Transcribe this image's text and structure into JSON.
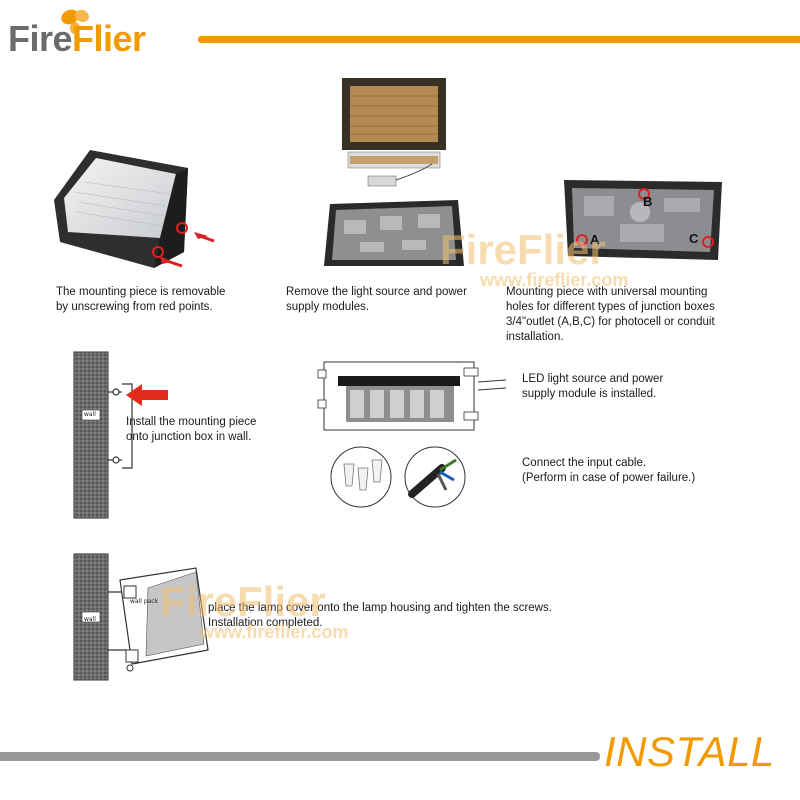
{
  "brand": {
    "name_part1": "Fire",
    "name_part2": "Flier",
    "accent_color": "#f29a00",
    "gray_color": "#6b6b6b"
  },
  "footer": {
    "title": "INSTALL"
  },
  "steps": [
    {
      "lines": [
        "The mounting piece is removable",
        "by unscrewing from red points."
      ]
    },
    {
      "lines": [
        "Remove the light source and power",
        "supply modules."
      ]
    },
    {
      "lines": [
        "Mounting piece with universal mounting",
        "holes for different types of junction boxes",
        "3/4\"outlet (A,B,C) for photocell or conduit",
        "installation."
      ],
      "points": [
        "A",
        "B",
        "C"
      ]
    },
    {
      "lines": [
        "Install the mounting piece",
        "onto junction box in wall."
      ],
      "wall_label": "wall"
    },
    {
      "lines": [
        "LED light source and power",
        "supply module is installed."
      ]
    },
    {
      "lines": [
        "Connect the input cable.",
        "(Perform in case of power failure.)"
      ]
    },
    {
      "lines": [
        "place the lamp cover onto the lamp housing and tighten the screws.",
        "Installation completed."
      ],
      "wall_label": "wall",
      "pack_label": "wall pack"
    }
  ],
  "watermark": {
    "text": "FireFlier",
    "url": "www.fireflier.com"
  }
}
